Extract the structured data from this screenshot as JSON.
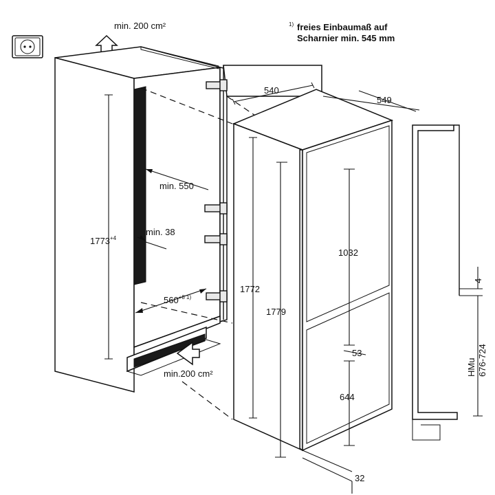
{
  "notes": {
    "vent_top": "min. 200 cm²",
    "vent_bottom": "min.200 cm²",
    "footnote_mark": "1)",
    "footnote_line1": "freies Einbaumaß auf",
    "footnote_line2": "Scharnier min. 545 mm"
  },
  "dimensions": {
    "niche_width_top": "540",
    "appliance_depth": "549",
    "niche_depth": "min. 550",
    "side_gap": "min. 38",
    "niche_height": "1773",
    "niche_height_sup": "+4",
    "niche_width": "560",
    "niche_width_sup": "+8 1)",
    "door_height_total": "1772",
    "appliance_height": "1779",
    "upper_door": "1032",
    "door_gap": "53",
    "lower_door": "644",
    "bottom_offset": "32",
    "spacer": "4",
    "hmu_label": "HMu",
    "hmu_range": "676-724"
  },
  "icons": {
    "socket": "power-socket-icon",
    "air_up": "air-flow-up-arrow-icon",
    "air_in": "air-flow-in-arrow-icon"
  }
}
